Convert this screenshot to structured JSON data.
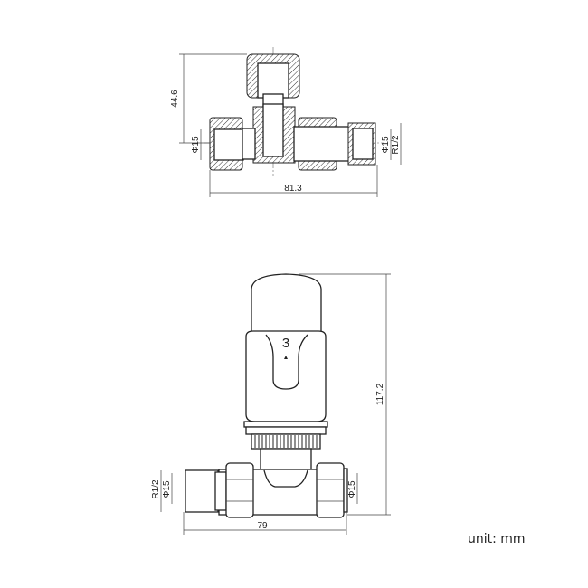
{
  "top_view": {
    "height_dim": "44.6",
    "left_diameter": "Φ15",
    "right_diameter": "Φ15",
    "right_thread": "R1/2",
    "width_dim": "81.3"
  },
  "front_view": {
    "dial_setting": "3",
    "height_dim": "117.2",
    "left_thread": "R1/2",
    "left_diameter": "Φ15",
    "right_diameter": "Φ15",
    "width_dim": "79"
  },
  "unit_label": "unit: mm"
}
